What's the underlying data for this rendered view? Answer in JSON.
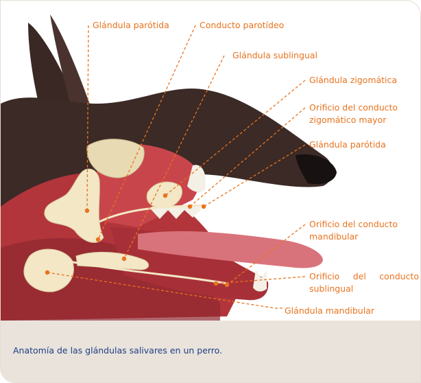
{
  "figure": {
    "labels": {
      "parotid_top": "Glándula parótida",
      "parotid_duct": "Conducto parotídeo",
      "sublingual_gland": "Glándula sublingual",
      "zygomatic_gland": "Glándula zigomática",
      "zygomatic_orifice_line1": "Orificio del conducto",
      "zygomatic_orifice_line2": "zigomático mayor",
      "parotid_right": "Glándula parótida",
      "mandibular_orifice_line1": "Orificio del conducto",
      "mandibular_orifice_line2": "mandibular",
      "sublingual_orifice_line1": "Orificio del conducto",
      "sublingual_orifice_line2": "sublingual",
      "mandibular_gland": "Glándula mandibular"
    },
    "colors": {
      "label": "#e8731e",
      "leader": "#e8731e",
      "fur": "#3b2a26",
      "muscle": "#b2353b",
      "gland": "#f3e7c6",
      "tongue": "#d9737b"
    }
  },
  "caption": {
    "text": "Anatomía de las glándulas salivares en un perro."
  }
}
